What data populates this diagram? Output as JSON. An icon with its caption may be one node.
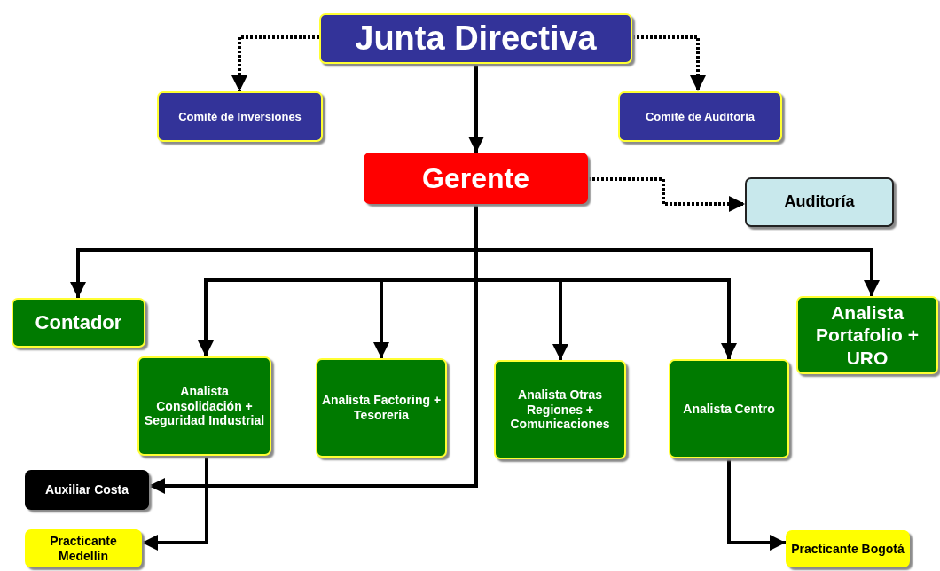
{
  "diagram": {
    "nodes": [
      {
        "text": [
          "Junta Directiva"
        ]
      },
      {
        "text": [
          "Comité de Inversiones"
        ]
      },
      {
        "text": [
          "Comité de Auditoria"
        ]
      },
      {
        "text": [
          "Gerente"
        ]
      },
      {
        "text": [
          "Auditoría"
        ]
      },
      {
        "text": [
          "Contador"
        ]
      },
      {
        "text": [
          "Analista Consolidación + Seguridad Industrial"
        ]
      },
      {
        "text": [
          "Analista Factoring + Tesoreria"
        ]
      },
      {
        "text": [
          "Analista Otras Regiones + Comunicaciones"
        ]
      },
      {
        "text": [
          "Analista Centro"
        ]
      },
      {
        "text": [
          "Analista Portafolio + URO"
        ]
      },
      {
        "text": [
          "Auxiliar Costa"
        ]
      },
      {
        "text": [
          "Practicante Medellín"
        ]
      },
      {
        "text": [
          "Practicante Bogotá"
        ]
      }
    ],
    "edges": [
      {
        "from": 0,
        "to": 1,
        "arrow": "to",
        "style": "dashed"
      },
      {
        "from": 0,
        "to": 2,
        "arrow": "to",
        "style": "dashed"
      },
      {
        "from": 0,
        "to": 3,
        "arrow": "to"
      },
      {
        "from": 3,
        "to": 4,
        "arrow": "to",
        "style": "dashed"
      },
      {
        "from": 3,
        "to": 5,
        "arrow": "to"
      },
      {
        "from": 3,
        "to": 6,
        "arrow": "to"
      },
      {
        "from": 3,
        "to": 7,
        "arrow": "to"
      },
      {
        "from": 3,
        "to": 8,
        "arrow": "to"
      },
      {
        "from": 3,
        "to": 9,
        "arrow": "to"
      },
      {
        "from": 3,
        "to": 10,
        "arrow": "to"
      },
      {
        "from": 3,
        "to": 11,
        "arrow": "to"
      },
      {
        "from": 6,
        "to": 12,
        "arrow": "to"
      },
      {
        "from": 9,
        "to": 13,
        "arrow": "to"
      }
    ]
  }
}
